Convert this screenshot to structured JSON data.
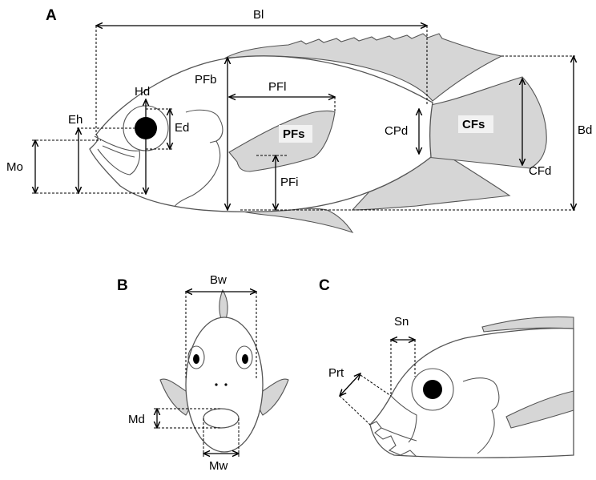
{
  "panels": {
    "a": "A",
    "b": "B",
    "c": "C"
  },
  "measures_a": {
    "bl": "Bl",
    "hd": "Hd",
    "eh": "Eh",
    "ed": "Ed",
    "mo": "Mo",
    "pfb": "PFb",
    "pfl": "PFl",
    "pfs": "PFs",
    "pfi": "PFi",
    "cpd": "CPd",
    "cfs": "CFs",
    "cfd": "CFd",
    "bd": "Bd"
  },
  "measures_b": {
    "bw": "Bw",
    "md": "Md",
    "mw": "Mw"
  },
  "measures_c": {
    "sn": "Sn",
    "prt": "Prt"
  },
  "colors": {
    "fin_fill": "#d6d6d6",
    "label_box": "#f2f2f2",
    "eye": "#000000"
  }
}
